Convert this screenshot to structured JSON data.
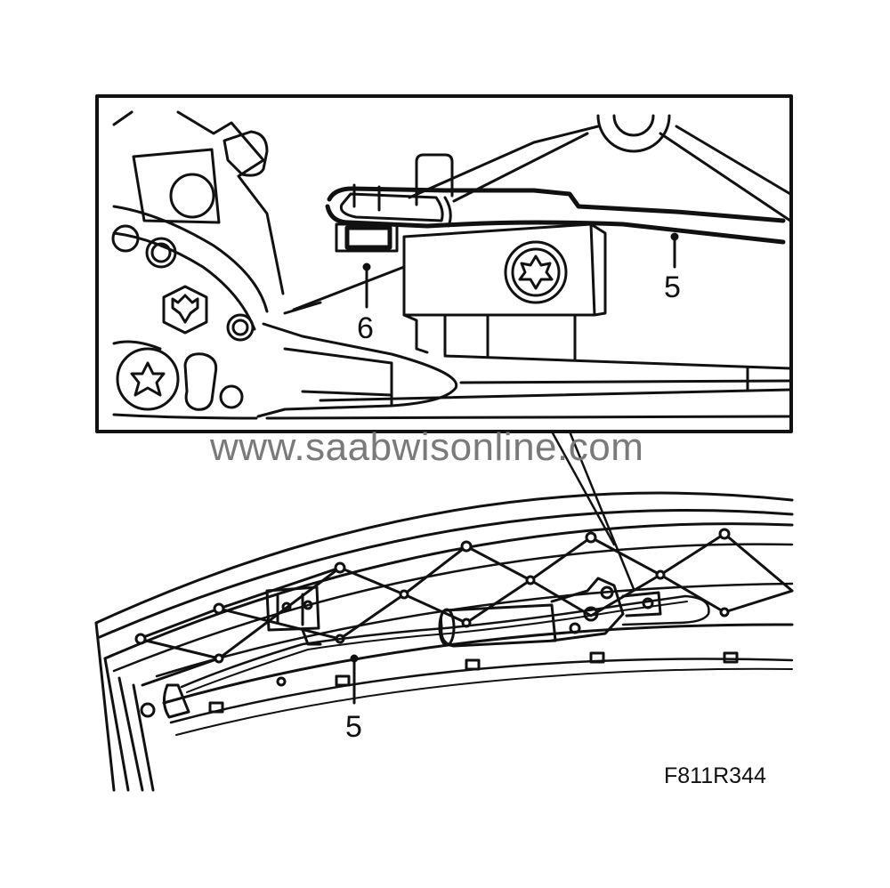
{
  "callouts": {
    "detail_cable": "5",
    "detail_clip": "6",
    "overview_cable": "5"
  },
  "watermark": "www.saabwisonline.com",
  "figure_ref": "F811R344",
  "colors": {
    "line": "#111111",
    "watermark": "#7a7a7a"
  }
}
